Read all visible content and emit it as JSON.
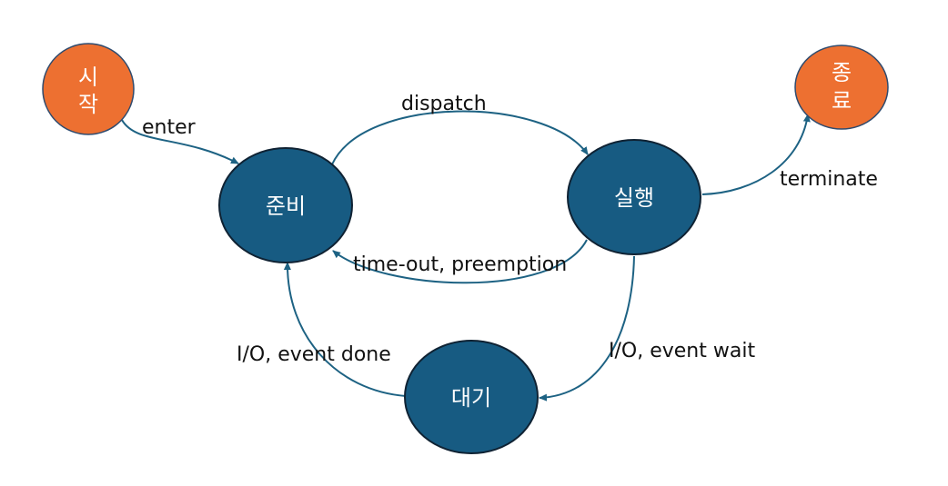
{
  "colors": {
    "start_end_fill": "#ED7031",
    "start_end_stroke": "#2F4B6E",
    "state_fill": "#175B82",
    "state_stroke": "#0F2233",
    "edge": "#1D6283",
    "label_text": "#111111",
    "node_text": "#FFFFFF"
  },
  "nodes": {
    "start": {
      "line1": "시",
      "line2": "작"
    },
    "end": {
      "line1": "종",
      "line2": "료"
    },
    "ready": {
      "label": "준비"
    },
    "running": {
      "label": "실행"
    },
    "waiting": {
      "label": "대기"
    }
  },
  "edges": {
    "enter": "enter",
    "dispatch": "dispatch",
    "terminate": "terminate",
    "timeout": "time-out, preemption",
    "event_wait": "I/O, event wait",
    "event_done": "I/O, event done"
  }
}
